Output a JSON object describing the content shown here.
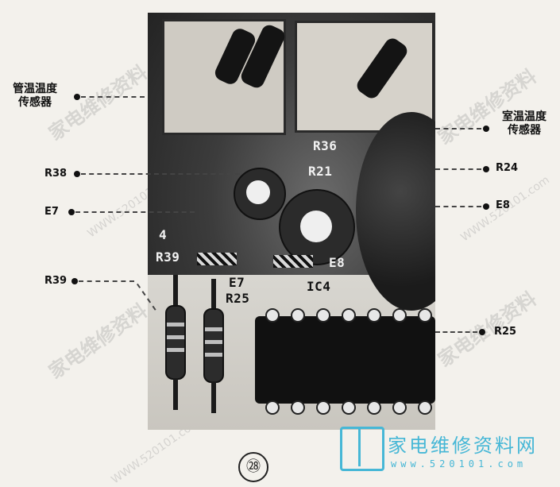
{
  "callouts": {
    "pipe_sensor": [
      "管温温度",
      "传感器"
    ],
    "room_sensor": [
      "室温温度",
      "传感器"
    ],
    "r38": "R38",
    "e7": "E7",
    "r39": "R39",
    "r24": "R24",
    "e8": "E8",
    "r25": "R25"
  },
  "silkscreen": {
    "r36": "R36",
    "r21": "R21",
    "r39": "R39",
    "e8": "E8",
    "e7": "E7",
    "r25": "R25",
    "ic4": "IC4",
    "num4": "4"
  },
  "figure_number": "㉘",
  "logo": {
    "name": "家电维修资料网",
    "url": "www.520101.com"
  },
  "watermark": {
    "text": "家电维修资料",
    "url": "WWW.520101.com"
  }
}
